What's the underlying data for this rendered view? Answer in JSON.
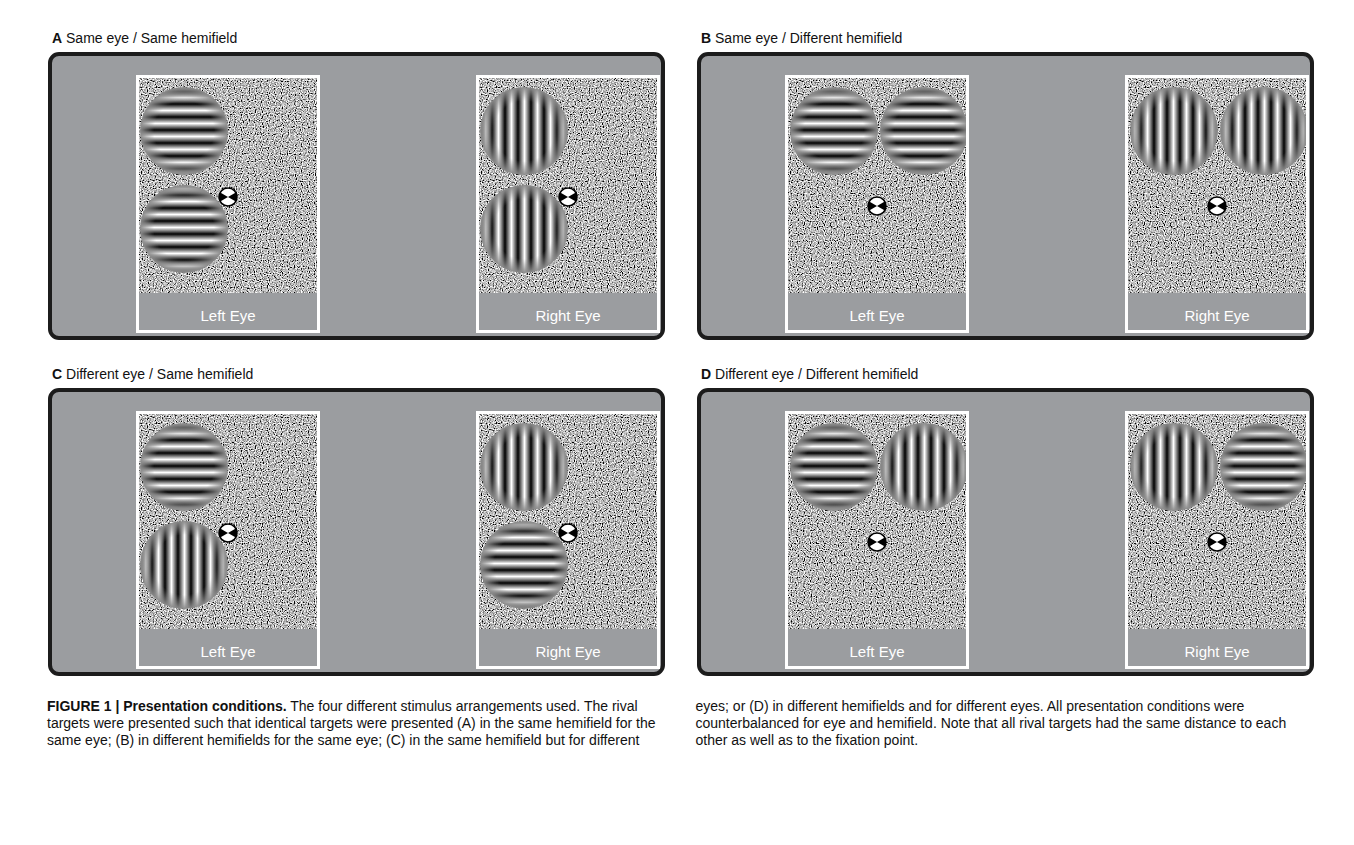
{
  "diagram": {
    "caption": "FIGURE 1 | Presentation conditions. The four different stimulus arrangements used. The rival targets were presented such that identical targets were presented (A) in the same hemifield for the same eye; (B) in different hemifields for the same eye; (C) in the same hemifield but for different eyes; or (D) in different hemifields and for different eyes. All presentation conditions were counterbalanced for eye and hemifield. Note that all rival targets had the same distance to each other as well as to the fixation point.",
    "nodes": [
      {
        "text": [
          "A Same eye / Same hemifield"
        ]
      },
      {
        "text": [
          "Left Eye"
        ],
        "in": 0
      },
      {
        "text": [
          "Right Eye"
        ],
        "in": 0
      },
      {
        "text": [
          "B Same eye / Different hemifield"
        ]
      },
      {
        "text": [
          "Left Eye"
        ],
        "in": 3
      },
      {
        "text": [
          "Right Eye"
        ],
        "in": 3
      },
      {
        "text": [
          "C Different eye / Same hemifield"
        ]
      },
      {
        "text": [
          "Left Eye"
        ],
        "in": 6
      },
      {
        "text": [
          "Right Eye"
        ],
        "in": 6
      },
      {
        "text": [
          "D Different eye / Different hemifield"
        ]
      },
      {
        "text": [
          "Left Eye"
        ],
        "in": 9
      },
      {
        "text": [
          "Right Eye"
        ],
        "in": 9
      }
    ]
  }
}
